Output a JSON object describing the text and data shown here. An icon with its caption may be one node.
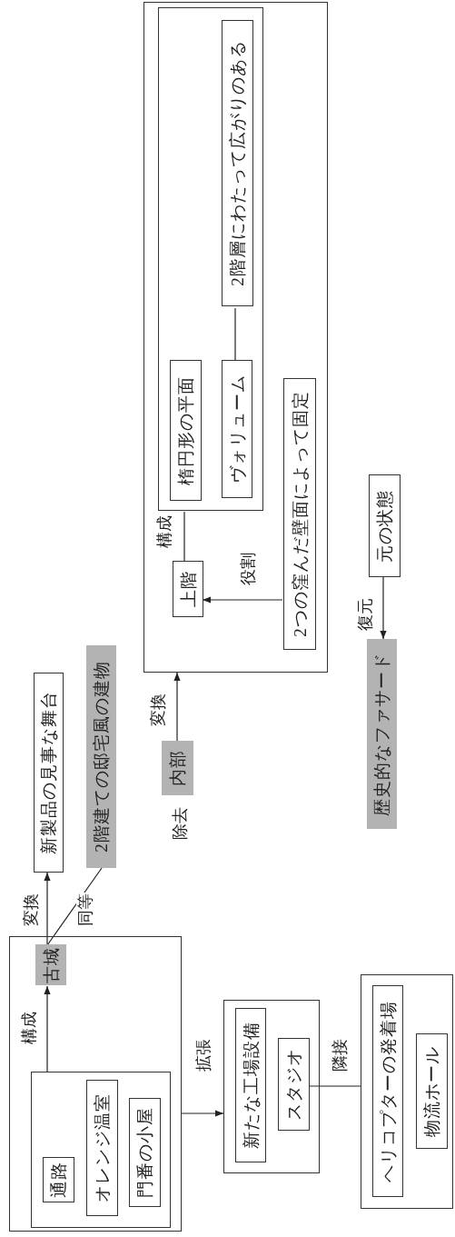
{
  "diagram": {
    "nodes": [
      {
        "text": [],
        "shape": "box"
      },
      {
        "text": [],
        "shape": "box",
        "in": 0
      },
      {
        "text": [
          "通路"
        ],
        "in": 1
      },
      {
        "text": [
          "オレンジ温室"
        ],
        "in": 1
      },
      {
        "text": [
          "門番の小屋"
        ],
        "in": 1
      },
      {
        "text": [
          "古城"
        ],
        "in": 0
      },
      {
        "text": [
          "新製品の見事な舞台"
        ]
      },
      {
        "text": [
          "2階建ての邸宅風の建物"
        ]
      },
      {
        "text": [],
        "shape": "box"
      },
      {
        "text": [
          "新たな工場設備"
        ],
        "in": 8
      },
      {
        "text": [
          "スタジオ"
        ],
        "in": 8
      },
      {
        "text": [],
        "shape": "box"
      },
      {
        "text": [
          "ヘリコプターの発着場"
        ],
        "in": 11
      },
      {
        "text": [
          "物流ホール"
        ],
        "in": 11
      },
      {
        "text": [
          "内部"
        ],
        "beside": [
          "除去"
        ]
      },
      {
        "text": [],
        "shape": "box"
      },
      {
        "text": [],
        "shape": "box",
        "in": 15
      },
      {
        "text": [
          "楕円形の平面"
        ],
        "in": 16
      },
      {
        "text": [
          "ヴォリューム"
        ],
        "in": 16
      },
      {
        "text": [
          "2階層にわたって広がりのある"
        ],
        "in": 16
      },
      {
        "text": [
          "上階"
        ],
        "in": 15
      },
      {
        "text": [
          "2つの窪んだ壁面によって固定"
        ],
        "in": 15
      },
      {
        "text": [
          "歴史的なファサード"
        ]
      },
      {
        "text": [
          "元の状態"
        ]
      }
    ],
    "edges": [
      {
        "from": 1,
        "to": 5,
        "arrow": "to",
        "label": "構成"
      },
      {
        "from": 5,
        "to": 6,
        "arrow": "to",
        "label": "変換"
      },
      {
        "from": 5,
        "to": 7,
        "arrow": "none",
        "label": "同等"
      },
      {
        "from": 0,
        "to": 8,
        "arrow": "to",
        "label": "拡張"
      },
      {
        "from": 10,
        "to": 11,
        "arrow": "none",
        "label": "隣接"
      },
      {
        "from": 14,
        "to": 15,
        "arrow": "to",
        "label": "変換"
      },
      {
        "from": 20,
        "to": 16,
        "arrow": "none",
        "label": "構成"
      },
      {
        "from": 21,
        "to": 20,
        "arrow": "to",
        "label": "役割"
      },
      {
        "from": 18,
        "to": 19,
        "arrow": "none"
      },
      {
        "from": 23,
        "to": 22,
        "arrow": "to",
        "label": "復元"
      }
    ]
  }
}
